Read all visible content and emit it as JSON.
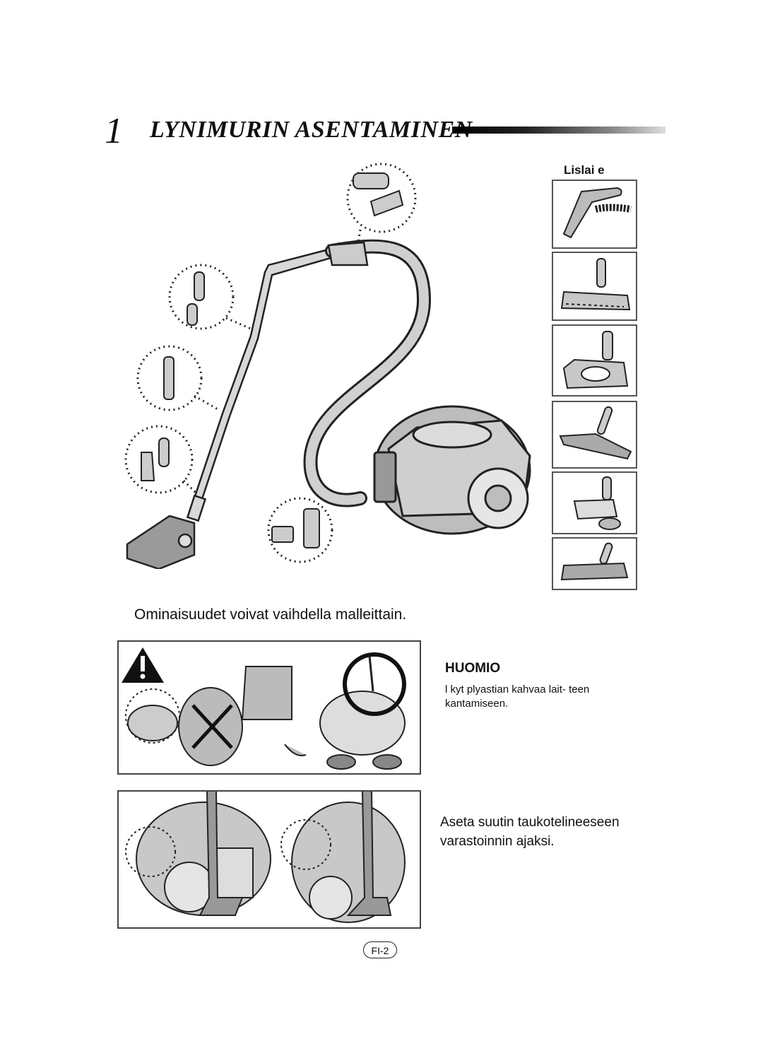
{
  "section": {
    "number": "1",
    "title": "LYNIMURIN ASENTAMINEN"
  },
  "accessories": {
    "label": "Lislai e",
    "items": [
      {
        "icon": "hose-handle-icon"
      },
      {
        "icon": "floor-brush-icon"
      },
      {
        "icon": "turbo-brush-icon"
      },
      {
        "icon": "parquet-brush-icon"
      },
      {
        "icon": "mini-turbo-brush-icon"
      },
      {
        "icon": "hard-floor-brush-icon"
      }
    ]
  },
  "features_note": "Ominaisuudet voivat vaihdella malleittain.",
  "caution": {
    "title": "HUOMIO",
    "text": "l kyt plyastian kahvaa lait- teen kantamiseen."
  },
  "storage_note": "Aseta suutin taukotelineeseen varastoinnin ajaksi.",
  "page_number": "FI-2",
  "colors": {
    "text": "#111111",
    "border": "#444444",
    "illustration_fill": "#bdbdbd"
  }
}
